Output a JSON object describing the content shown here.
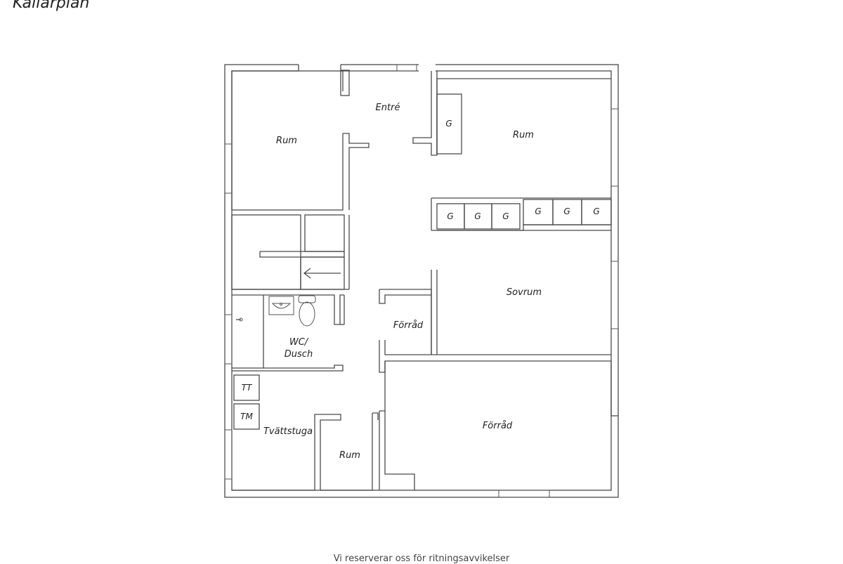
{
  "title": "Källarplan",
  "labels": {
    "entre": "Entré",
    "rum_nw": "Rum",
    "rum_ne": "Rum",
    "g_closet": "G",
    "g_row": [
      "G",
      "G",
      "G",
      "G",
      "G",
      "G"
    ],
    "sovrum": "Sovrum",
    "forrad_small": "Förråd",
    "wc_line1": "WC/",
    "wc_line2": "Dusch",
    "tt": "TT",
    "tm": "TM",
    "tvattstuga": "Tvättstuga",
    "rum_s": "Rum",
    "forrad_large": "Förråd"
  },
  "footer": "Vi reserverar oss för ritningsavvikelser"
}
